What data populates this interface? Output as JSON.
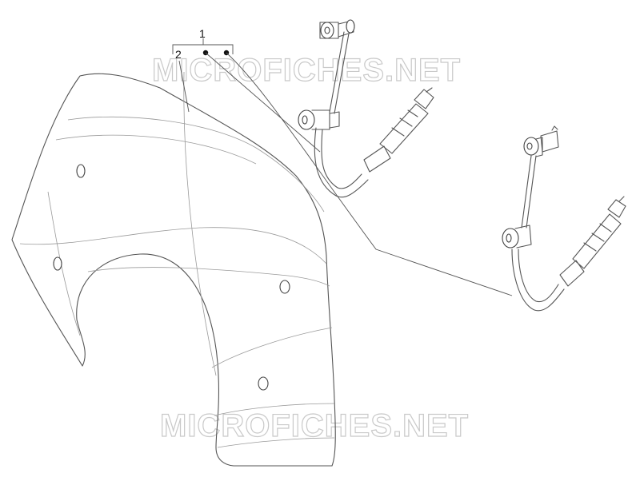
{
  "diagram": {
    "callouts": {
      "assembly": "1",
      "screen": "2"
    },
    "watermarks": [
      "MICROFICHES.NET",
      "MICROFICHES.NET"
    ],
    "colors": {
      "line": "#555555",
      "watermark_outline": "#c9c9c9",
      "background": "#ffffff"
    }
  }
}
